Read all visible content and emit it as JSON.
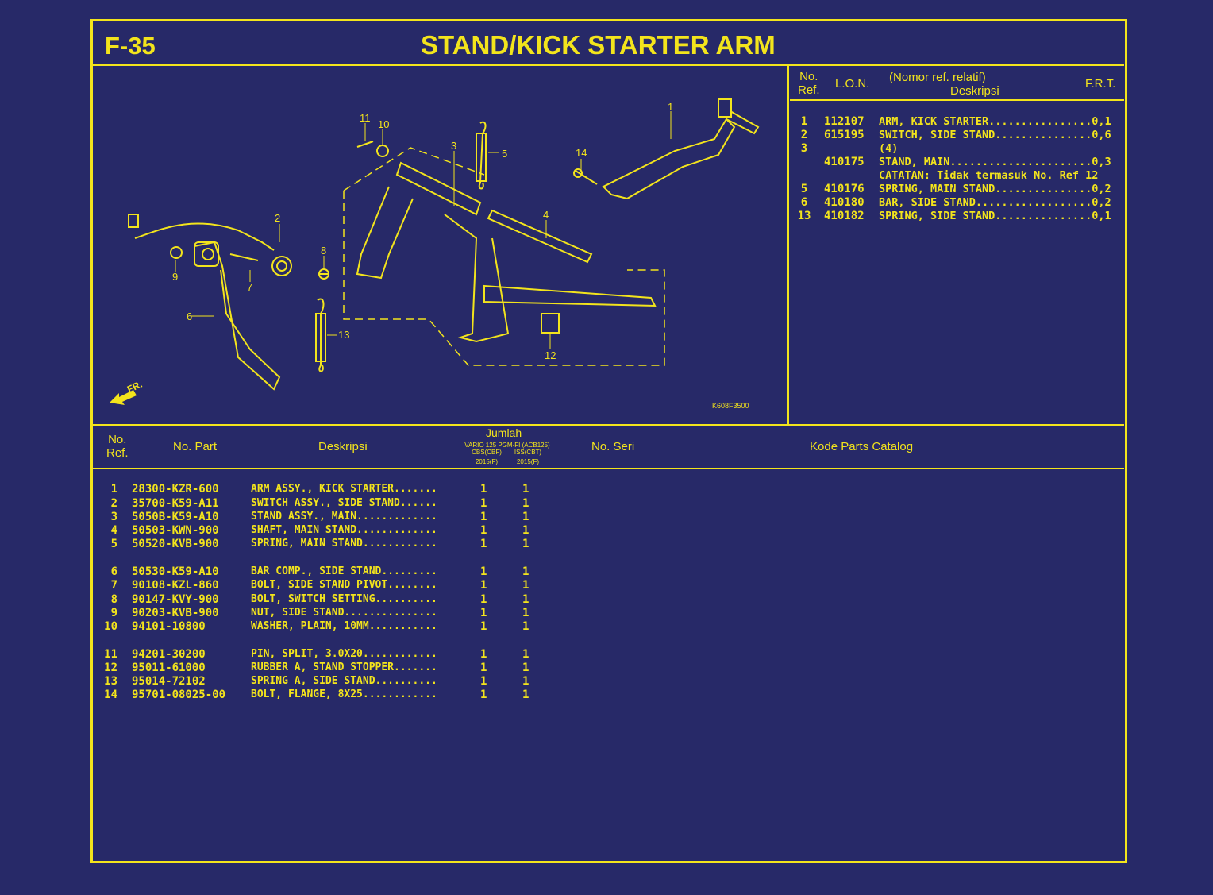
{
  "page": {
    "code": "F-35",
    "title": "STAND/KICK STARTER ARM",
    "diagram_code": "K608F3500",
    "front_label": "FR."
  },
  "colors": {
    "background": "#272968",
    "ink": "#f3e41c"
  },
  "diagram": {
    "callouts": [
      "1",
      "2",
      "3",
      "4",
      "5",
      "6",
      "7",
      "8",
      "9",
      "10",
      "11",
      "12",
      "13",
      "14"
    ]
  },
  "frt_table": {
    "headers": {
      "no": "No.",
      "ref": "Ref.",
      "lon": "L.O.N.",
      "desc_top": "(Nomor ref. relatif)",
      "desc": "Deskripsi",
      "frt": "F.R.T."
    },
    "rows": [
      {
        "ref": "1",
        "lon": "112107",
        "desc": "ARM, KICK STARTER................0,1"
      },
      {
        "ref": "2",
        "lon": "615195",
        "desc": "SWITCH, SIDE STAND...............0,6"
      },
      {
        "ref": "3",
        "lon": "",
        "desc": "(4)"
      },
      {
        "ref": "",
        "lon": "410175",
        "desc": "STAND, MAIN......................0,3"
      },
      {
        "ref": "",
        "lon": "",
        "desc": "CATATAN: Tidak termasuk No. Ref 12"
      },
      {
        "ref": "5",
        "lon": "410176",
        "desc": "SPRING, MAIN STAND...............0,2"
      },
      {
        "ref": "6",
        "lon": "410180",
        "desc": "BAR, SIDE STAND..................0,2"
      },
      {
        "ref": "13",
        "lon": "410182",
        "desc": "SPRING, SIDE STAND...............0,1"
      }
    ]
  },
  "parts_table": {
    "headers": {
      "no": "No.",
      "ref": "Ref.",
      "part": "No. Part",
      "desc": "Deskripsi",
      "qty": "Jumlah",
      "model_line1": "VARIO 125 PGM-FI (ACB125)",
      "col1_line2": "CBS(CBF)",
      "col2_line2": "ISS(CBT)",
      "col1_year": "2015(F)",
      "col2_year": "2015(F)",
      "serial": "No. Seri",
      "catalog": "Kode Parts Catalog"
    },
    "rows": [
      {
        "ref": "1",
        "part": "28300-KZR-600",
        "desc": "ARM ASSY., KICK STARTER.......",
        "q1": "1",
        "q2": "1"
      },
      {
        "ref": "2",
        "part": "35700-K59-A11",
        "desc": "SWITCH ASSY., SIDE STAND......",
        "q1": "1",
        "q2": "1"
      },
      {
        "ref": "3",
        "part": "5050B-K59-A10",
        "desc": "STAND ASSY., MAIN.............",
        "q1": "1",
        "q2": "1"
      },
      {
        "ref": "4",
        "part": "50503-KWN-900",
        "desc": "SHAFT, MAIN STAND.............",
        "q1": "1",
        "q2": "1"
      },
      {
        "ref": "5",
        "part": "50520-KVB-900",
        "desc": "SPRING, MAIN STAND............",
        "q1": "1",
        "q2": "1"
      },
      {
        "ref": "6",
        "part": "50530-K59-A10",
        "desc": "BAR COMP., SIDE STAND.........",
        "q1": "1",
        "q2": "1"
      },
      {
        "ref": "7",
        "part": "90108-KZL-860",
        "desc": "BOLT, SIDE STAND PIVOT........",
        "q1": "1",
        "q2": "1"
      },
      {
        "ref": "8",
        "part": "90147-KVY-900",
        "desc": "BOLT, SWITCH SETTING..........",
        "q1": "1",
        "q2": "1"
      },
      {
        "ref": "9",
        "part": "90203-KVB-900",
        "desc": "NUT, SIDE STAND...............",
        "q1": "1",
        "q2": "1"
      },
      {
        "ref": "10",
        "part": "94101-10800",
        "desc": "WASHER, PLAIN, 10MM...........",
        "q1": "1",
        "q2": "1"
      },
      {
        "ref": "11",
        "part": "94201-30200",
        "desc": "PIN, SPLIT, 3.0X20............",
        "q1": "1",
        "q2": "1"
      },
      {
        "ref": "12",
        "part": "95011-61000",
        "desc": "RUBBER A, STAND STOPPER.......",
        "q1": "1",
        "q2": "1"
      },
      {
        "ref": "13",
        "part": "95014-72102",
        "desc": "SPRING A, SIDE STAND..........",
        "q1": "1",
        "q2": "1"
      },
      {
        "ref": "14",
        "part": "95701-08025-00",
        "desc": "BOLT, FLANGE, 8X25............",
        "q1": "1",
        "q2": "1"
      }
    ]
  }
}
